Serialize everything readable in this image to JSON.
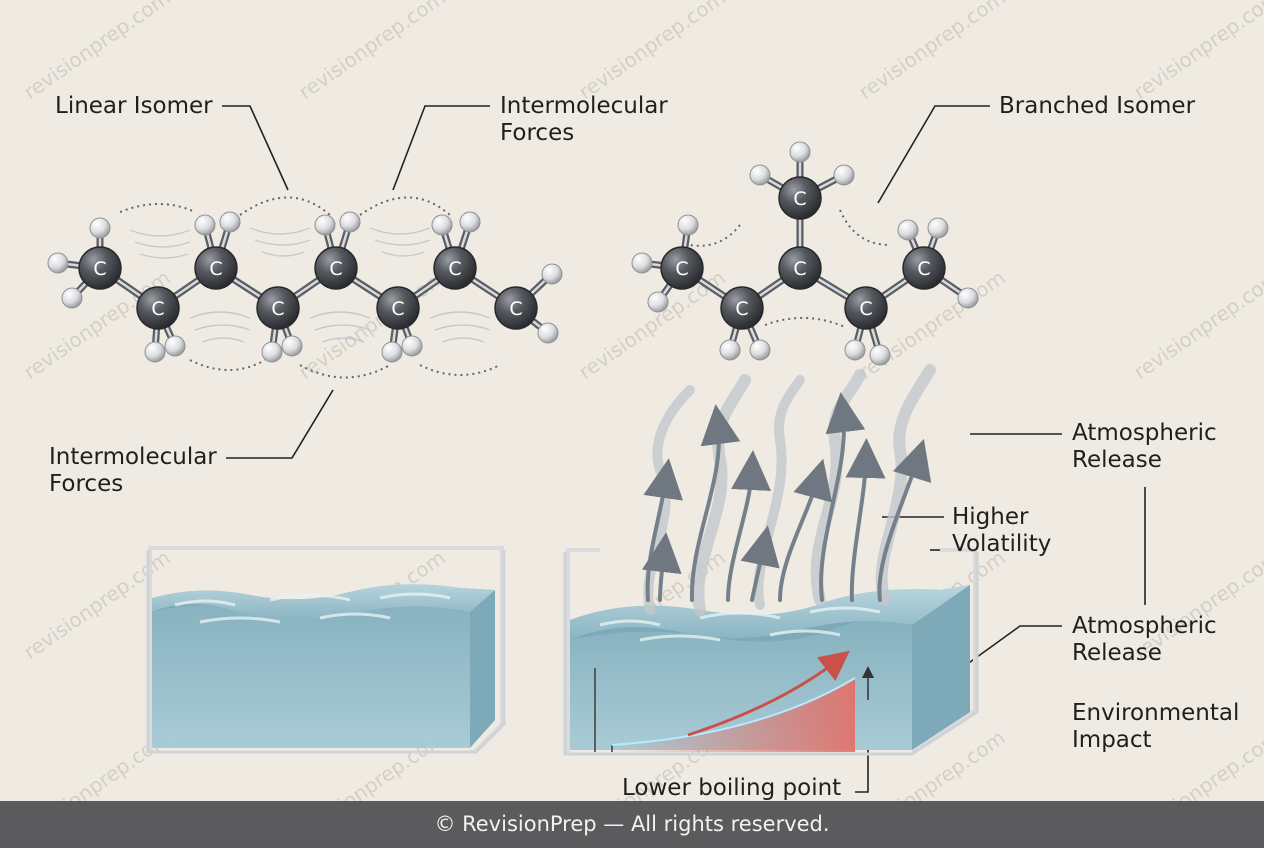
{
  "labels": {
    "linear_isomer": "Linear Isomer",
    "intermolecular_top": [
      "Intermolecular",
      "Forces"
    ],
    "intermolecular_bottom": [
      "Intermolecular",
      "Forces"
    ],
    "branched_isomer": "Branched Isomer",
    "atmospheric_release_top": [
      "Atmospheric",
      "Release"
    ],
    "higher_volatility": [
      "Higher",
      "Volatility"
    ],
    "atmospheric_release_bottom": [
      "Atmospheric",
      "Release"
    ],
    "environmental_impact": [
      "Environmental",
      "Impact"
    ],
    "lower_boiling_point": "Lower boiling point"
  },
  "atom_symbol": "C",
  "watermark": "revisionprep.com",
  "footer": "© RevisionPrep — All rights reserved.",
  "colors": {
    "background": "#efebe3",
    "carbon": "#4a4d52",
    "hydrogen": "#e9eaec",
    "water": "#8fb6c4",
    "footer_bar": "#5b5b5d",
    "heat_gradient": "#e0736b"
  }
}
